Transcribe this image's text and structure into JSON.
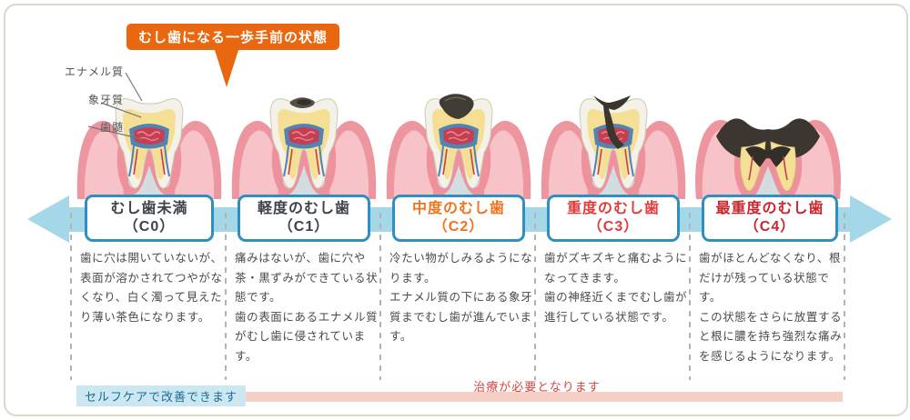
{
  "callout": {
    "label": "むし歯になる一歩手前の状態"
  },
  "anatomy_labels": {
    "enamel": "エナメル質",
    "dentin": "象牙質",
    "pulp": "歯髄"
  },
  "stages": [
    {
      "id": "c0",
      "title": "むし歯未満",
      "code": "（C0）",
      "title_color": "#3d4248",
      "description": "歯に穴は開いていないが、表面が溶かされてつやがなくなり、白く濁って見えたり薄い茶色になります。"
    },
    {
      "id": "c1",
      "title": "軽度のむし歯",
      "code": "（C1）",
      "title_color": "#3d4248",
      "description": "痛みはないが、歯に穴や茶・黒ずみができている状態です。\n歯の表面にあるエナメル質がむし歯に侵されています。"
    },
    {
      "id": "c2",
      "title": "中度のむし歯",
      "code": "（C2）",
      "title_color": "#f0731e",
      "description": "冷たい物がしみるようになります。\nエナメル質の下にある象牙質までむし歯が進んでいます。"
    },
    {
      "id": "c3",
      "title": "重度のむし歯",
      "code": "（C3）",
      "title_color": "#e23b3b",
      "description": "歯がズキズキと痛むようになってきます。\n歯の神経近くまでむし歯が進行している状態です。"
    },
    {
      "id": "c4",
      "title": "最重度のむし歯",
      "code": "（C4）",
      "title_color": "#c9252d",
      "description": "歯がほとんどなくなり、根だけが残っている状態です。\nこの状態をさらに放置すると根に膿を持ち強烈な痛みを感じるようになります。"
    }
  ],
  "footer": {
    "selfcare_label": "セルフケアで改善できます",
    "treatment_label": "治療が必要となります"
  },
  "colors": {
    "callout_bg": "#e8670f",
    "timeline_band": "#a4d7e8",
    "stage_box_border": "#2f8fc0",
    "selfcare_bg": "#cbe7f1",
    "selfcare_text": "#1d6b93",
    "treatment_bg": "#f6cfc7",
    "treatment_text": "#d8453e"
  }
}
